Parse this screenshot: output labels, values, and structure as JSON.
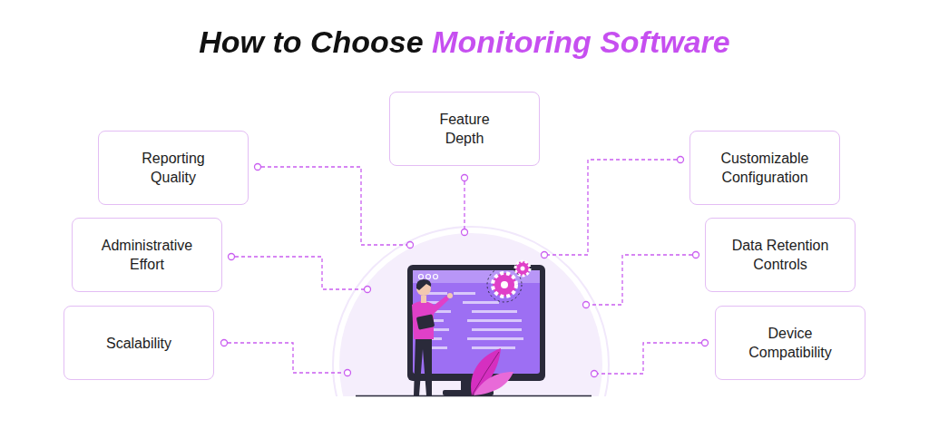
{
  "diagram": {
    "title": "How to Choose Monitoring Software",
    "nodes": [
      {
        "text": [
          "Feature Depth"
        ]
      },
      {
        "text": [
          "Reporting Quality"
        ]
      },
      {
        "text": [
          "Customizable Configuration"
        ]
      },
      {
        "text": [
          "Administrative Effort"
        ]
      },
      {
        "text": [
          "Data Retention Controls"
        ]
      },
      {
        "text": [
          "Scalability"
        ]
      },
      {
        "text": [
          "Device Compatibility"
        ]
      }
    ]
  }
}
